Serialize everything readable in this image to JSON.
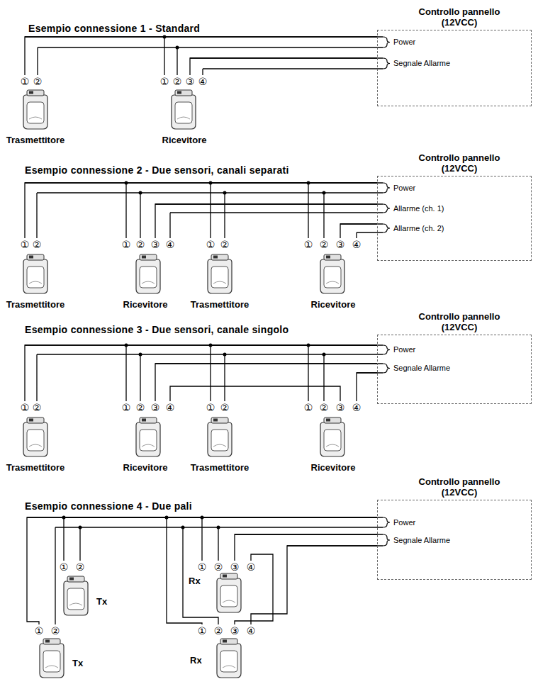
{
  "diagram": {
    "nodes": [
      {
        "text": [
          "Controllo pannello (12VCC)",
          "Power",
          "Segnale Allarme"
        ]
      },
      {
        "text": [
          "Trasmettitore"
        ]
      },
      {
        "text": [
          "Ricevitore"
        ]
      },
      {
        "text": [
          "Controllo pannello (12VCC)",
          "Power",
          "Allarme (ch. 1)",
          "Allarme (ch. 2)"
        ]
      },
      {
        "text": [
          "Trasmettitore"
        ]
      },
      {
        "text": [
          "Ricevitore"
        ]
      },
      {
        "text": [
          "Trasmettitore"
        ]
      },
      {
        "text": [
          "Ricevitore"
        ]
      },
      {
        "text": [
          "Controllo pannello (12VCC)",
          "Power",
          "Segnale Allarme"
        ]
      },
      {
        "text": [
          "Trasmettitore"
        ]
      },
      {
        "text": [
          "Ricevitore"
        ]
      },
      {
        "text": [
          "Trasmettitore"
        ]
      },
      {
        "text": [
          "Ricevitore"
        ]
      },
      {
        "text": [
          "Controllo pannello (12VCC)",
          "Power",
          "Segnale Allarme"
        ]
      },
      {
        "text": [
          "Tx"
        ]
      },
      {
        "text": [
          "Rx"
        ]
      },
      {
        "text": [
          "Tx"
        ]
      },
      {
        "text": [
          "Rx"
        ]
      }
    ],
    "edges": [
      {
        "from": 1,
        "to": 0,
        "arrow": "none"
      },
      {
        "from": 2,
        "to": 0,
        "arrow": "none"
      },
      {
        "from": 4,
        "to": 3,
        "arrow": "none"
      },
      {
        "from": 5,
        "to": 3,
        "arrow": "none"
      },
      {
        "from": 6,
        "to": 3,
        "arrow": "none"
      },
      {
        "from": 7,
        "to": 3,
        "arrow": "none"
      },
      {
        "from": 9,
        "to": 8,
        "arrow": "none"
      },
      {
        "from": 10,
        "to": 8,
        "arrow": "none"
      },
      {
        "from": 11,
        "to": 8,
        "arrow": "none"
      },
      {
        "from": 12,
        "to": 8,
        "arrow": "none"
      },
      {
        "from": 14,
        "to": 13,
        "arrow": "none"
      },
      {
        "from": 15,
        "to": 13,
        "arrow": "none"
      },
      {
        "from": 16,
        "to": 13,
        "arrow": "none"
      },
      {
        "from": 17,
        "to": 13,
        "arrow": "none"
      }
    ],
    "labels": [
      "Esempio connessione 1 - Standard",
      "①",
      "②",
      "①",
      "②",
      "③",
      "④",
      "Esempio connessione 2 - Due sensori, canali separati",
      "①",
      "②",
      "①",
      "②",
      "③",
      "④",
      "①",
      "②",
      "①",
      "②",
      "③",
      "④",
      "Esempio connessione 3 - Due sensori, canale singolo",
      "①",
      "②",
      "①",
      "②",
      "③",
      "④",
      "①",
      "②",
      "①",
      "②",
      "③",
      "④",
      "Esempio connessione 4 - Due pali",
      "①",
      "②",
      "①",
      "②",
      "③",
      "④",
      "①",
      "②",
      "①",
      "②",
      "③",
      "④"
    ]
  }
}
